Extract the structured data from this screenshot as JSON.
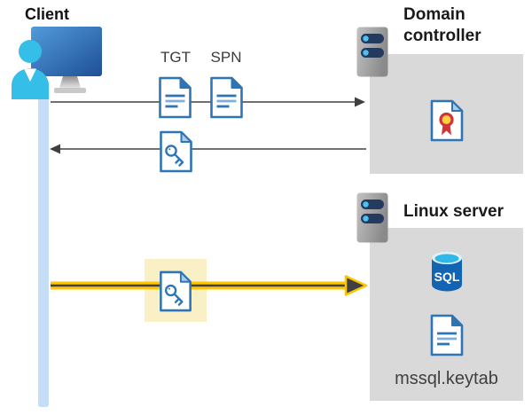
{
  "client": {
    "label": "Client"
  },
  "domain_controller": {
    "label": "Domain controller"
  },
  "linux_server": {
    "label": "Linux server",
    "sql_badge": "SQL",
    "keytab_file": "mssql.keytab"
  },
  "kerberos": {
    "tgt_label": "TGT",
    "spn_label": "SPN"
  },
  "icons": {
    "client": "client-workstation-icon",
    "domain_controller": "server-icon",
    "linux_server": "server-icon",
    "tgt": "document-icon",
    "spn": "document-icon",
    "service_ticket": "key-document-icon",
    "certificate": "certificate-icon",
    "database": "sql-database-icon",
    "keytab": "document-icon"
  },
  "colors": {
    "doc_blue": "#2E75B6",
    "doc_fold_light": "#A9CCEA",
    "doc_line_light": "#7FAEDC",
    "timeline_blue": "#C5DDF6",
    "box_gray": "#D9D9D9",
    "arrow_dark": "#404040",
    "highlight_yellow": "#FAF0C6",
    "arrow_yellow": "#FFC600",
    "sql_body_blue": "#1464B4",
    "sql_top_cyan": "#2FB7E8",
    "cert_ring_red": "#D13438",
    "cert_center_yellow": "#FFD23B",
    "server_slot_navy": "#243A5E",
    "server_dot_blue": "#4FC3F0",
    "person_cyan": "#35BEE8"
  }
}
